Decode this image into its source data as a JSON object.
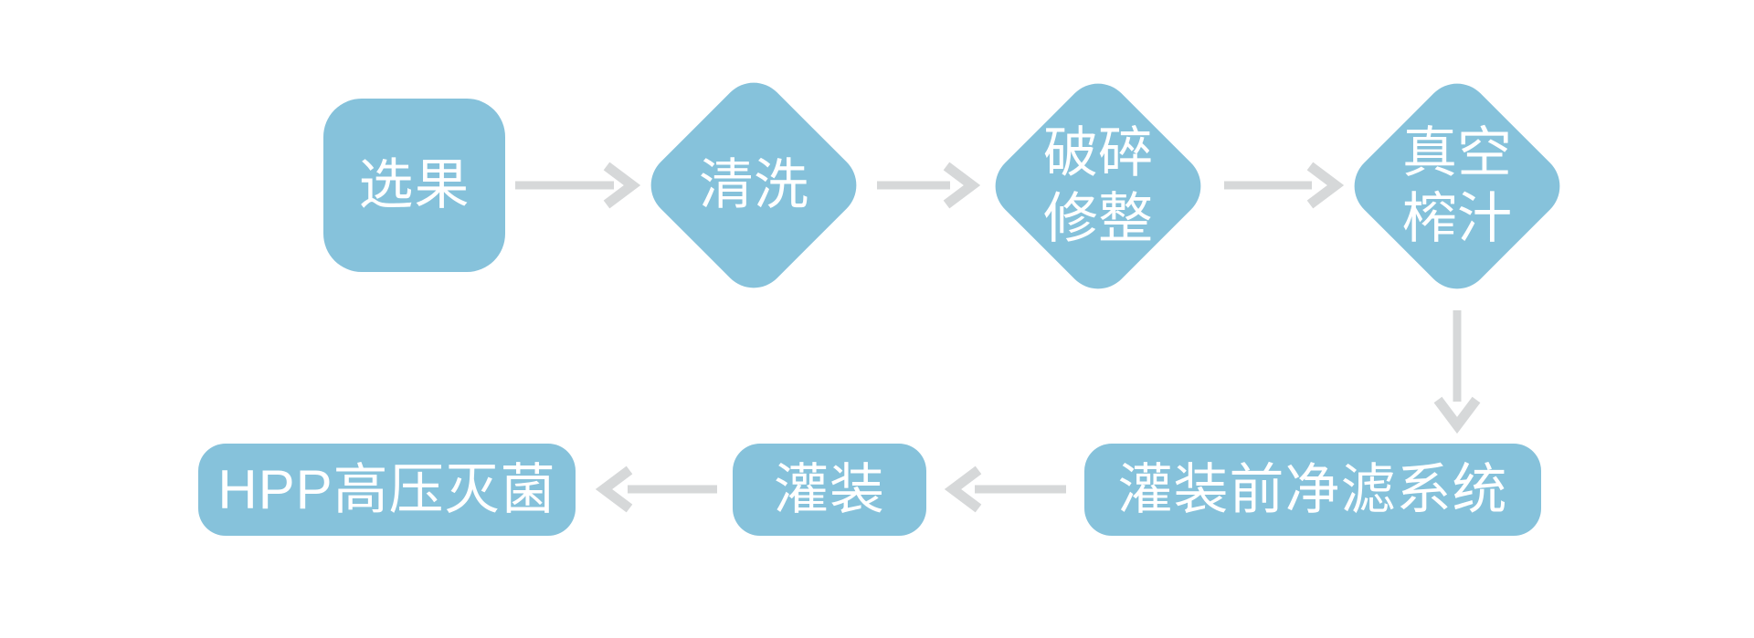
{
  "diagram": {
    "type": "flowchart",
    "colors": {
      "background": "#ffffff",
      "node_fill": "#86C2DB",
      "arrow": "#D6D8D9",
      "text": "#ffffff"
    },
    "nodes": [
      {
        "id": "select-fruit",
        "label": "选果",
        "shape": "rounded-square"
      },
      {
        "id": "washing",
        "label": "清洗",
        "shape": "diamond"
      },
      {
        "id": "crush-trim",
        "lines": [
          "破碎",
          "修整"
        ],
        "shape": "diamond"
      },
      {
        "id": "vacuum-juicing",
        "lines": [
          "真空",
          "榨汁"
        ],
        "shape": "diamond"
      },
      {
        "id": "pre-fill-filtration",
        "label": "灌装前净滤系统",
        "shape": "rounded-rect"
      },
      {
        "id": "filling",
        "label": "灌装",
        "shape": "rounded-rect"
      },
      {
        "id": "hpp-sterilization",
        "label": "HPP高压灭菌",
        "shape": "rounded-rect"
      }
    ],
    "edges": [
      {
        "from": "选果",
        "to": "清洗",
        "direction": "right"
      },
      {
        "from": "清洗",
        "to": "破碎修整",
        "direction": "right"
      },
      {
        "from": "破碎修整",
        "to": "真空榨汁",
        "direction": "right"
      },
      {
        "from": "真空榨汁",
        "to": "灌装前净滤系统",
        "direction": "down"
      },
      {
        "from": "灌装前净滤系统",
        "to": "灌装",
        "direction": "left"
      },
      {
        "from": "灌装",
        "to": "HPP高压灭菌",
        "direction": "left"
      }
    ]
  }
}
